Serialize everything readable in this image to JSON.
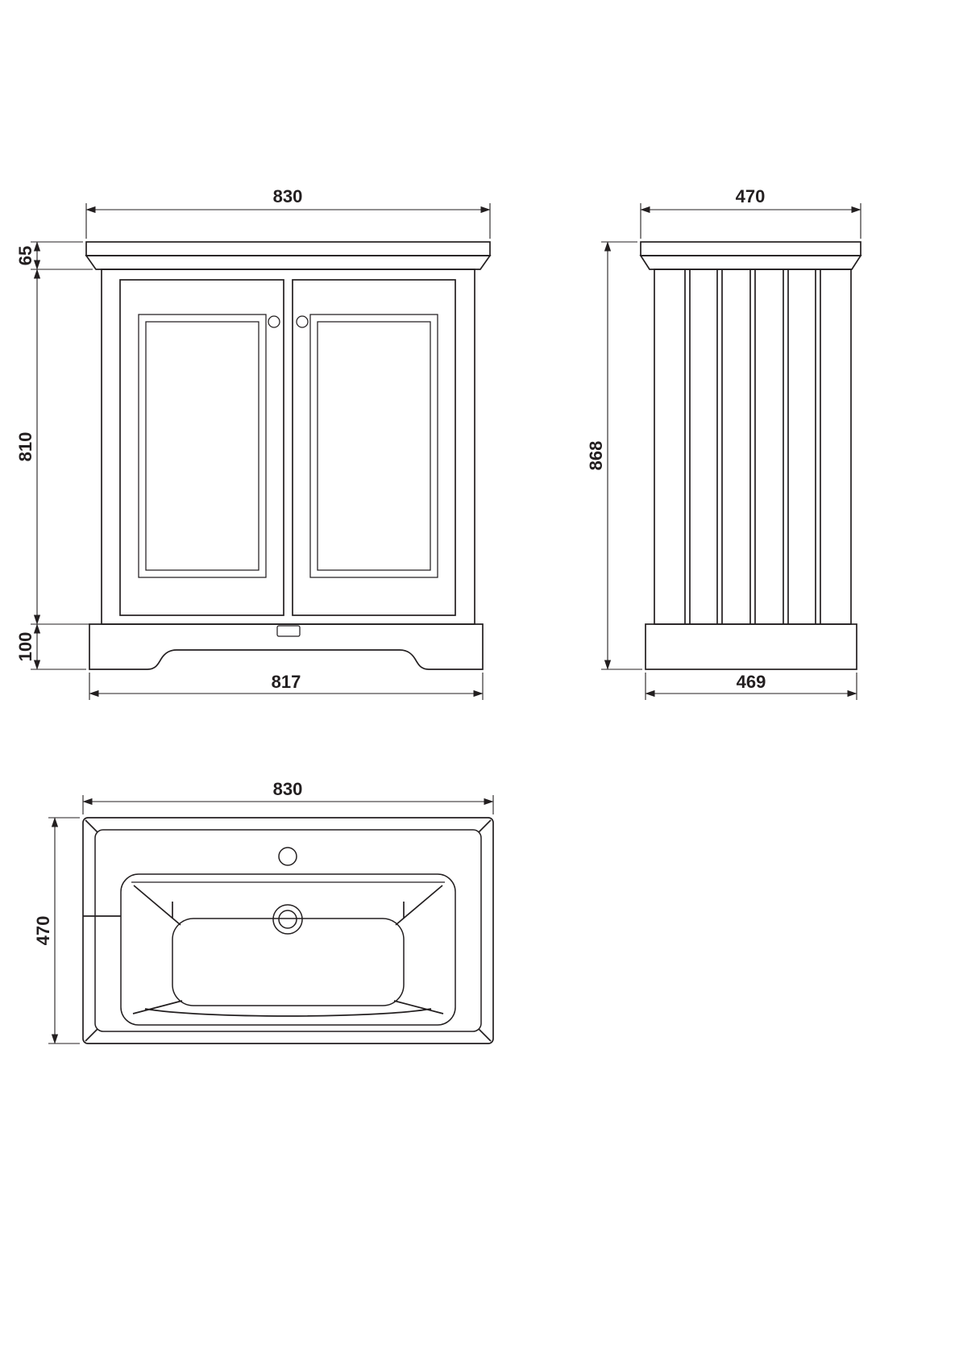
{
  "drawing": {
    "line_color": "#231f20",
    "background_color": "#ffffff",
    "front_view": {
      "top_width": "830",
      "counter_height": "65",
      "cabinet_height": "810",
      "plinth_height": "100",
      "base_width": "817"
    },
    "side_view": {
      "top_depth": "470",
      "overall_height": "868",
      "base_depth": "469"
    },
    "plan_view": {
      "basin_width": "830",
      "basin_depth": "470"
    }
  }
}
